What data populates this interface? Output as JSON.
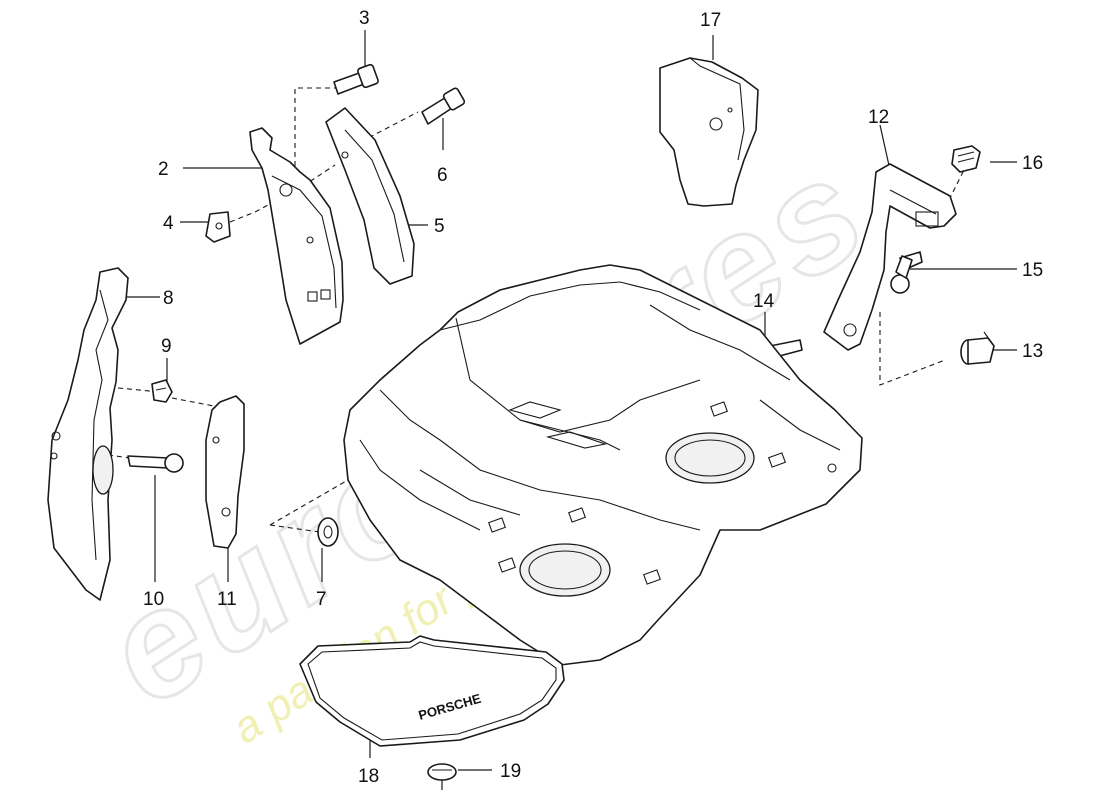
{
  "watermark": {
    "brand": "eurospares",
    "tagline": "a passion for parts since 1985"
  },
  "mat_logo": "PORSCHE",
  "callouts": [
    {
      "id": "c1",
      "label": "2"
    },
    {
      "id": "c2",
      "label": "3"
    },
    {
      "id": "c3",
      "label": "4"
    },
    {
      "id": "c4",
      "label": "5"
    },
    {
      "id": "c5",
      "label": "6"
    },
    {
      "id": "c6",
      "label": "7"
    },
    {
      "id": "c7",
      "label": "8"
    },
    {
      "id": "c8",
      "label": "9"
    },
    {
      "id": "c9",
      "label": "10"
    },
    {
      "id": "c10",
      "label": "11"
    },
    {
      "id": "c11",
      "label": "12"
    },
    {
      "id": "c12",
      "label": "13"
    },
    {
      "id": "c13",
      "label": "14"
    },
    {
      "id": "c14",
      "label": "15"
    },
    {
      "id": "c15",
      "label": "16"
    },
    {
      "id": "c16",
      "label": "17"
    },
    {
      "id": "c17",
      "label": "18"
    },
    {
      "id": "c18",
      "label": "19"
    }
  ]
}
